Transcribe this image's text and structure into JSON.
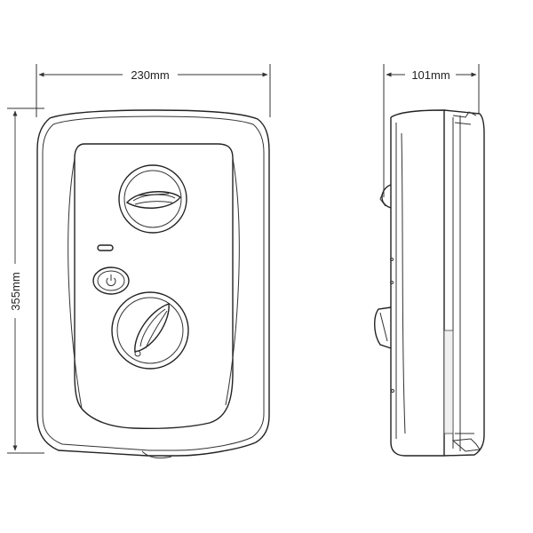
{
  "dimensions": {
    "width_label": "230mm",
    "height_label": "355mm",
    "depth_label": "101mm"
  },
  "views": [
    "front-view",
    "side-view"
  ],
  "controls": {
    "power_button_icon": "power-icon",
    "upper_knob": "temperature-knob",
    "lower_knob": "flow-knob",
    "indicator": "status-indicator-light"
  },
  "colors": {
    "line": "#222222",
    "background": "#ffffff"
  }
}
